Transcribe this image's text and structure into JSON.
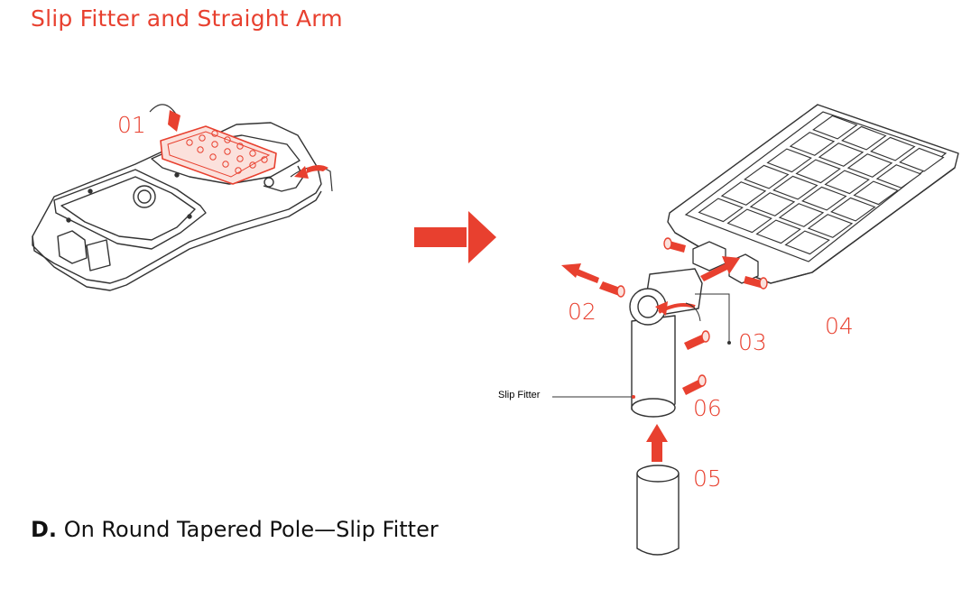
{
  "title": "Slip Fitter and Straight Arm",
  "steps": [
    "01",
    "02",
    "03",
    "04",
    "05",
    "06"
  ],
  "callout": "Slip Fitter",
  "section": {
    "letter": "D.",
    "text": "On Round Tapered Pole—Slip Fitter"
  },
  "colors": {
    "accent": "#e8402f",
    "line": "#333333",
    "background": "#ffffff"
  }
}
